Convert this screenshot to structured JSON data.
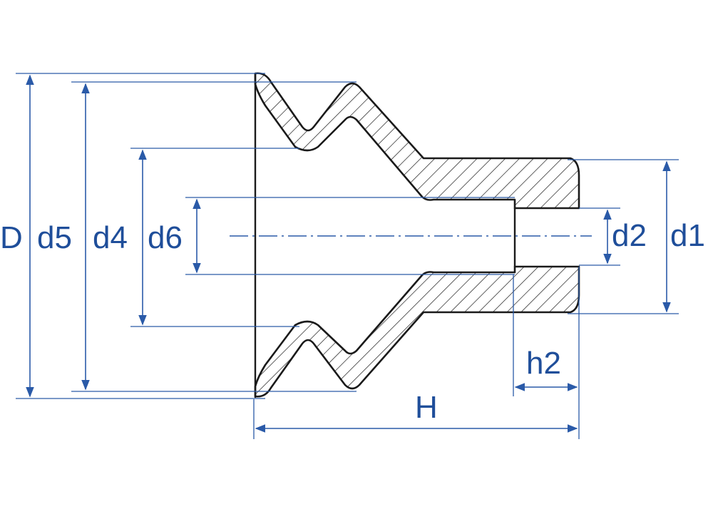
{
  "diagram": {
    "labels": {
      "D": "D",
      "d5": "d5",
      "d4": "d4",
      "d6": "d6",
      "d2": "d2",
      "d1": "d1",
      "h2": "h2",
      "H": "H"
    },
    "colors": {
      "dimension": "#2a5aa8",
      "label": "#1f4e9a",
      "outline": "#1a1a1a"
    }
  }
}
